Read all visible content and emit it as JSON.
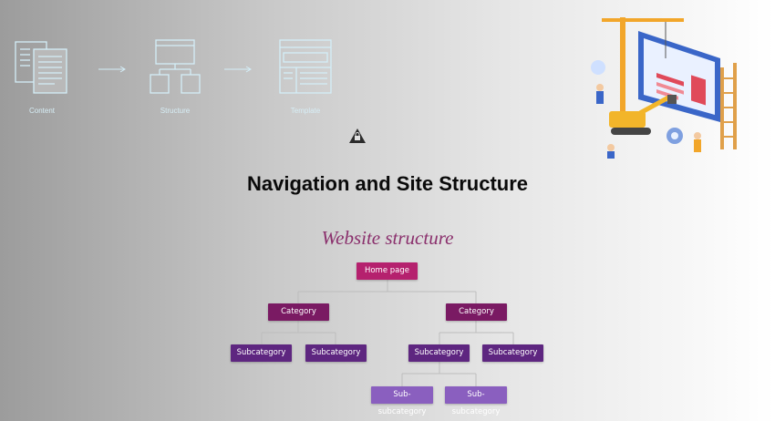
{
  "flow": {
    "steps": [
      {
        "label": "Content",
        "icon": "documents-icon"
      },
      {
        "label": "Structure",
        "icon": "hierarchy-icon"
      },
      {
        "label": "Template",
        "icon": "layout-icon"
      }
    ]
  },
  "slide": {
    "title": "Navigation and Site Structure"
  },
  "diagram": {
    "title": "Website structure",
    "home": "Home page",
    "categories": [
      {
        "label": "Category",
        "subcategories": [
          "Subcategory",
          "Subcategory"
        ]
      },
      {
        "label": "Category",
        "subcategories": [
          "Subcategory",
          "Subcategory"
        ]
      }
    ],
    "subsubcategories": [
      "Sub-subcategory",
      "Sub-subcategory"
    ]
  },
  "colors": {
    "home": "#b5216e",
    "category": "#7a1a63",
    "subcategory": "#5e2680",
    "subsubcategory": "#8a5fbf",
    "title_accent": "#8a2f6c"
  }
}
